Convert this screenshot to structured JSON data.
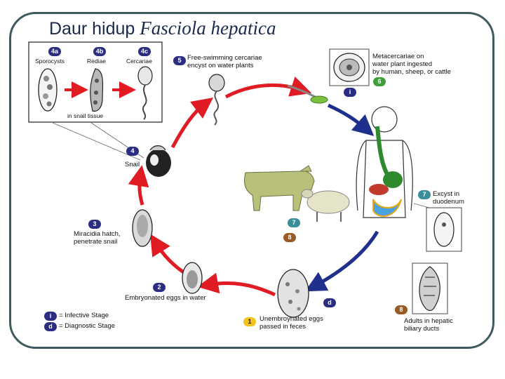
{
  "title": {
    "main": "Daur hidup",
    "species": "Fasciola hepatica"
  },
  "stages": {
    "s4a": {
      "badge": "4a",
      "label": "Sporocysts"
    },
    "s4b": {
      "badge": "4b",
      "label": "Rediae"
    },
    "s4c": {
      "badge": "4c",
      "label": "Cercariae"
    },
    "inset_caption": "in snail tissue",
    "s4": {
      "badge": "4",
      "label": "Snail"
    },
    "s5": {
      "badge": "5",
      "line1": "Free-swimming cercariae",
      "line2": "encyst on water plants"
    },
    "s6": {
      "badge": "6",
      "line1": "Metacercariae on",
      "line2": "water plant ingested",
      "line3": "by human, sheep, or cattle"
    },
    "s3": {
      "badge": "3",
      "line1": "Miracidia hatch,",
      "line2": "penetrate snail"
    },
    "s2": {
      "badge": "2",
      "label": "Embryonated eggs in water"
    },
    "s1": {
      "badge": "1",
      "line1": "Unembroynated eggs",
      "line2": "passed in feces"
    },
    "s7": {
      "badge": "7",
      "line1": "Excyst in",
      "line2": "duodenum"
    },
    "s8": {
      "badge": "8",
      "line1": "Adults in hepatic",
      "line2": "biliary ducts"
    },
    "host7": {
      "badge": "7"
    },
    "host8": {
      "badge": "8"
    },
    "infective_marker": "i",
    "diagnostic_marker": "d"
  },
  "legend": {
    "infective": {
      "marker": "i",
      "text": "= Infective Stage"
    },
    "diagnostic": {
      "marker": "d",
      "text": "= Diagnostic Stage"
    }
  },
  "colors": {
    "cycle_arrow": "#e01b24",
    "host_arrow": "#1f2f8c",
    "frame": "#3f5a5e",
    "title": "#1b2a4a"
  }
}
